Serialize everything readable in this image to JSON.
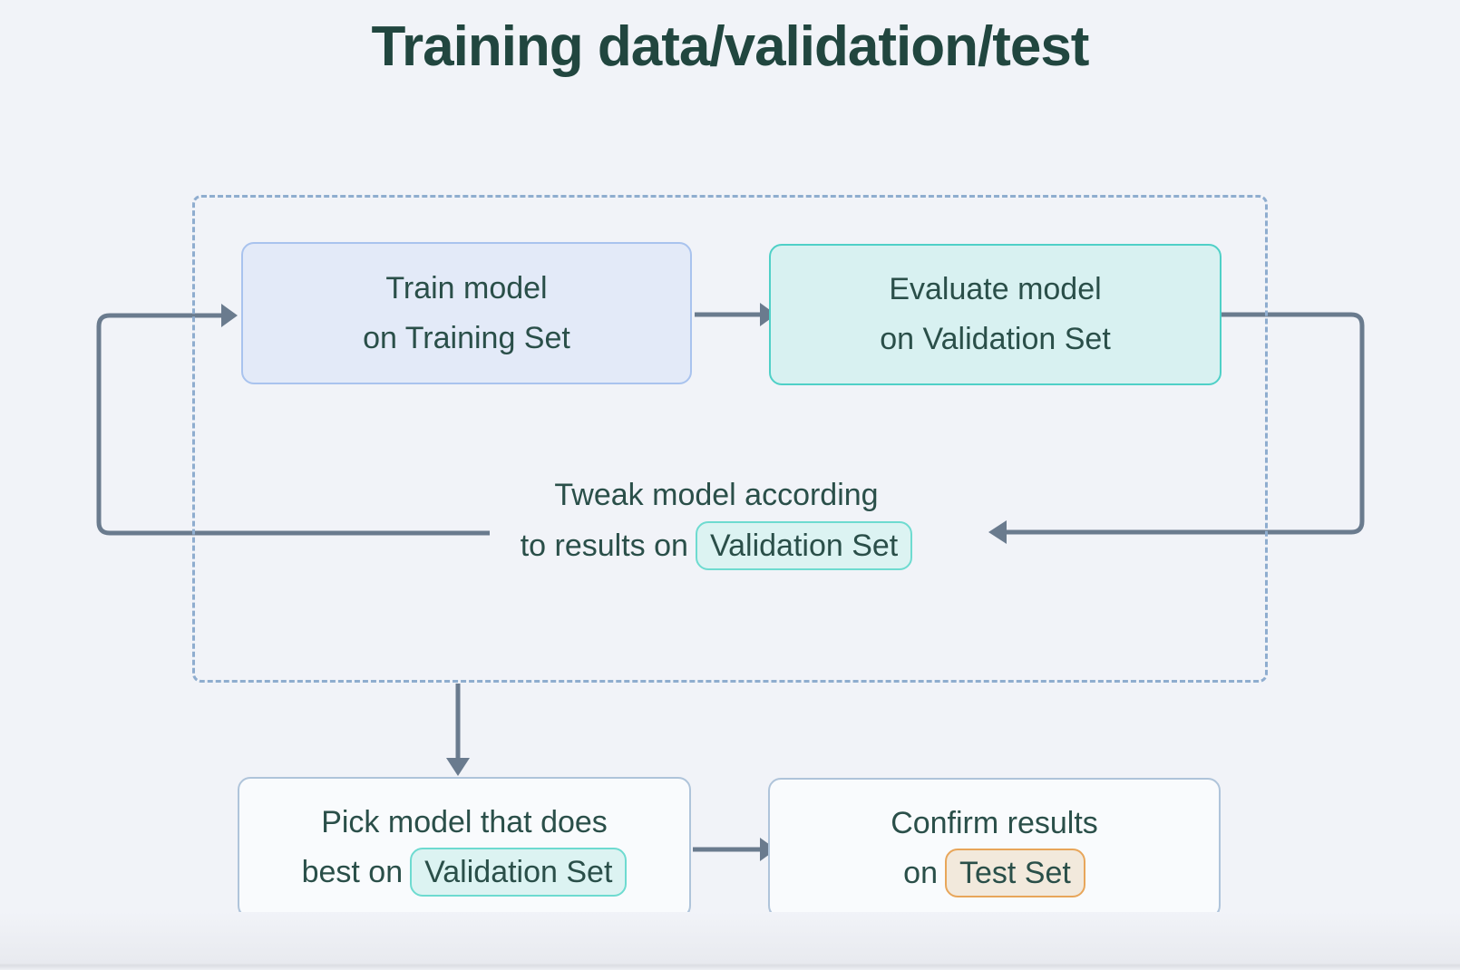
{
  "title": "Training data/validation/test",
  "colors": {
    "background": "#f1f3f8",
    "title_text": "#21463f",
    "body_text": "#2a4f49",
    "train_box_fill": "#e3eaf8",
    "train_box_border": "#a9c3ee",
    "evaluate_box_fill": "#d8f1f1",
    "evaluate_box_border": "#4fd0c7",
    "plain_box_fill": "#f9fbfd",
    "plain_box_border": "#afc4da",
    "teal_pill_fill": "#dcf3f2",
    "teal_pill_border": "#6edbd0",
    "orange_pill_fill": "#f2e9dc",
    "orange_pill_border": "#e8a65a",
    "dashed_border": "#8fadcf",
    "arrow": "#6a7b8e"
  },
  "diagram": {
    "train_box": {
      "line1": "Train model",
      "line2": "on Training Set"
    },
    "evaluate_box": {
      "line1": "Evaluate model",
      "line2": "on Validation Set"
    },
    "tweak_label": {
      "line1": "Tweak model according",
      "line2_prefix": "to results on",
      "pill": "Validation Set"
    },
    "pick_box": {
      "line1": "Pick model that does",
      "line2_prefix": "best on",
      "pill": "Validation Set"
    },
    "confirm_box": {
      "line1": "Confirm results",
      "line2_prefix": "on",
      "pill": "Test Set"
    }
  }
}
